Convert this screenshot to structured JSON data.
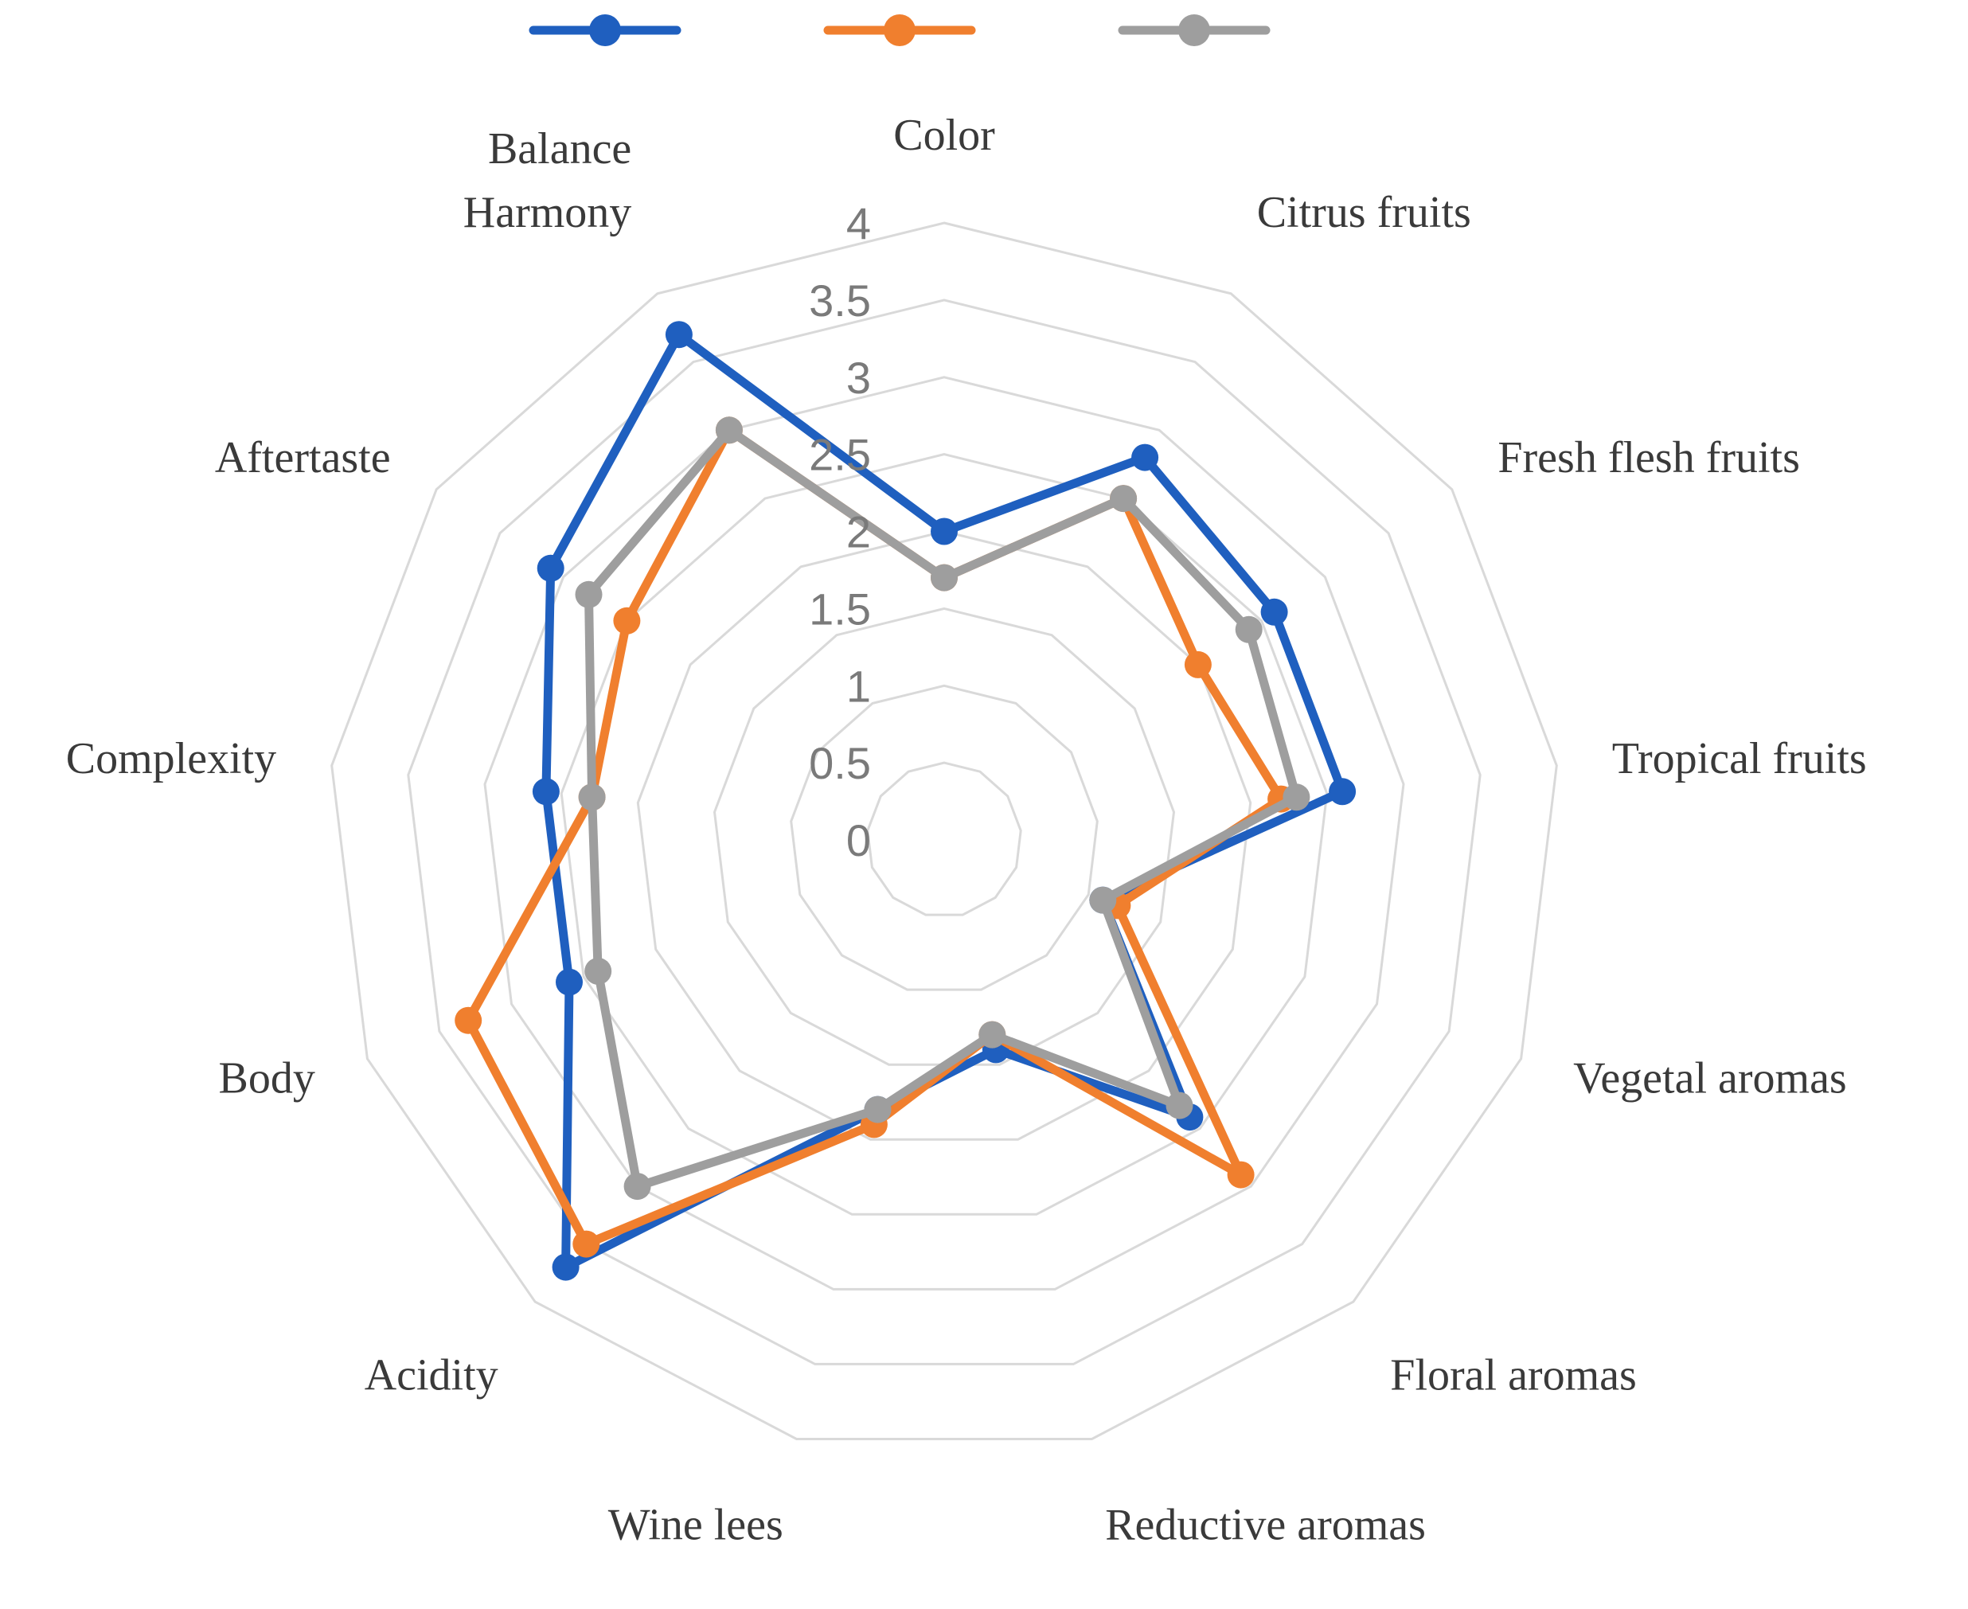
{
  "chart_data": {
    "type": "radar",
    "categories": [
      "Color",
      "Citrus fruits",
      "Fresh flesh fruits",
      "Tropical fruits",
      "Vegetal aromas",
      "Floral aromas",
      "Reductive aromas",
      "Wine lees",
      "Acidity",
      "Body",
      "Complexity",
      "Aftertaste",
      "Balance Harmony"
    ],
    "category_lines": [
      [
        "Color"
      ],
      [
        "Citrus fruits"
      ],
      [
        "Fresh flesh fruits"
      ],
      [
        "Tropical fruits"
      ],
      [
        "Vegetal aromas"
      ],
      [
        "Floral aromas"
      ],
      [
        "Reductive aromas"
      ],
      [
        "Wine lees"
      ],
      [
        "Acidity"
      ],
      [
        "Body"
      ],
      [
        "Complexity"
      ],
      [
        "Aftertaste"
      ],
      [
        "Balance",
        "Harmony"
      ]
    ],
    "rlim": [
      0,
      4
    ],
    "ticks": [
      "0",
      "0.5",
      "1",
      "1.5",
      "2",
      "2.5",
      "3",
      "3.5",
      "4"
    ],
    "grid": true,
    "legend_position": "top",
    "series": [
      {
        "color": "#1f5fbf",
        "values": [
          2.0,
          2.8,
          2.6,
          2.6,
          1.1,
          2.4,
          1.4,
          1.8,
          3.7,
          2.6,
          2.6,
          3.1,
          3.7
        ]
      },
      {
        "color": "#f07f2e",
        "values": [
          1.7,
          2.5,
          2.0,
          2.2,
          1.2,
          2.9,
          1.3,
          1.9,
          3.5,
          3.3,
          2.3,
          2.5,
          3.0
        ]
      },
      {
        "color": "#9e9e9e",
        "values": [
          1.7,
          2.5,
          2.4,
          2.3,
          1.1,
          2.3,
          1.3,
          1.8,
          3.0,
          2.4,
          2.3,
          2.8,
          3.0
        ]
      }
    ]
  }
}
